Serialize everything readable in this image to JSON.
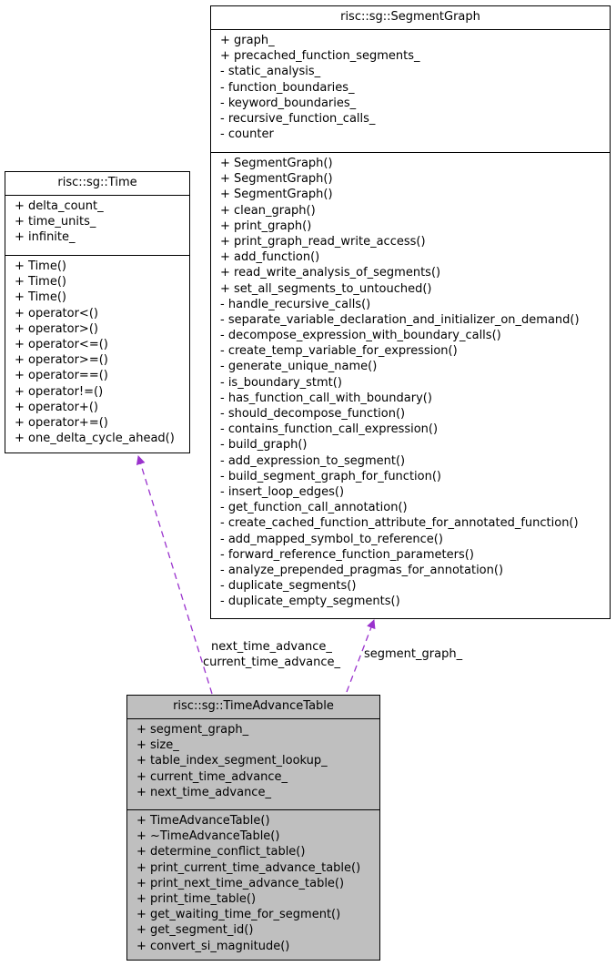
{
  "colors": {
    "edge": "#9a32cd",
    "focus_fill": "#bfbfbf",
    "border": "#000000"
  },
  "classes": {
    "segment_graph": {
      "name": "risc::sg::SegmentGraph",
      "attributes": [
        "+ graph_",
        "+ precached_function_segments_",
        "- static_analysis_",
        "- function_boundaries_",
        "- keyword_boundaries_",
        "- recursive_function_calls_",
        "- counter"
      ],
      "methods": [
        "+ SegmentGraph()",
        "+ SegmentGraph()",
        "+ SegmentGraph()",
        "+ clean_graph()",
        "+ print_graph()",
        "+ print_graph_read_write_access()",
        "+ add_function()",
        "+ read_write_analysis_of_segments()",
        "+ set_all_segments_to_untouched()",
        "- handle_recursive_calls()",
        "- separate_variable_declaration_and_initializer_on_demand()",
        "- decompose_expression_with_boundary_calls()",
        "- create_temp_variable_for_expression()",
        "- generate_unique_name()",
        "- is_boundary_stmt()",
        "- has_function_call_with_boundary()",
        "- should_decompose_function()",
        "- contains_function_call_expression()",
        "- build_graph()",
        "- add_expression_to_segment()",
        "- build_segment_graph_for_function()",
        "- insert_loop_edges()",
        "- get_function_call_annotation()",
        "- create_cached_function_attribute_for_annotated_function()",
        "- add_mapped_symbol_to_reference()",
        "- forward_reference_function_parameters()",
        "- analyze_prepended_pragmas_for_annotation()",
        "- duplicate_segments()",
        "- duplicate_empty_segments()"
      ]
    },
    "time": {
      "name": "risc::sg::Time",
      "attributes": [
        "+ delta_count_",
        "+ time_units_",
        "+ infinite_"
      ],
      "methods": [
        "+ Time()",
        "+ Time()",
        "+ Time()",
        "+ operator<()",
        "+ operator>()",
        "+ operator<=()",
        "+ operator>=()",
        "+ operator==()",
        "+ operator!=()",
        "+ operator+()",
        "+ operator+=()",
        "+ one_delta_cycle_ahead()"
      ]
    },
    "time_advance_table": {
      "name": "risc::sg::TimeAdvanceTable",
      "attributes": [
        "+ segment_graph_",
        "+ size_",
        "+ table_index_segment_lookup_",
        "+ current_time_advance_",
        "+ next_time_advance_"
      ],
      "methods": [
        "+ TimeAdvanceTable()",
        "+ ~TimeAdvanceTable()",
        "+ determine_conflict_table()",
        "+ print_current_time_advance_table()",
        "+ print_next_time_advance_table()",
        "+ print_time_table()",
        "+ get_waiting_time_for_segment()",
        "+ get_segment_id()",
        "+ convert_si_magnitude()"
      ]
    }
  },
  "edges": {
    "to_time": {
      "labels": [
        "next_time_advance_",
        "current_time_advance_"
      ]
    },
    "to_segment_graph": {
      "labels": [
        "segment_graph_"
      ]
    }
  }
}
